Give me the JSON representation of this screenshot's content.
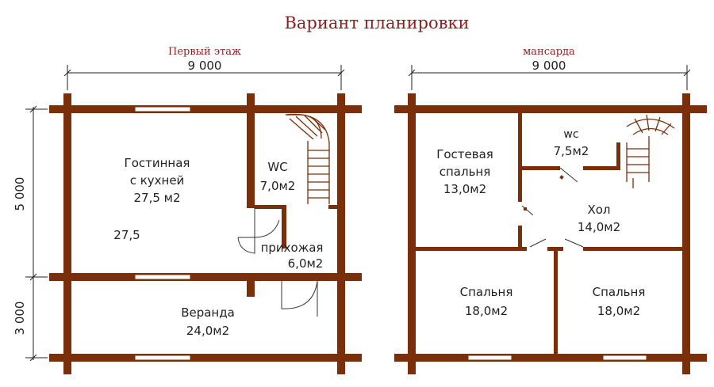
{
  "title": "Вариант планировки",
  "floor1": {
    "label": "Первый этаж",
    "width_dim": "9 000",
    "height_dim_top": "5 000",
    "height_dim_bottom": "3 000",
    "rooms": {
      "living_name_1": "Гостинная",
      "living_name_2": "с кухней",
      "living_area": "27,5 м2",
      "living_extra": "27,5",
      "wc_name": "WC",
      "wc_area": "7,0м2",
      "hall_name": "прихожая",
      "hall_area": "6,0м2",
      "veranda_name": "Веранда",
      "veranda_area": "24,0м2"
    }
  },
  "floor2": {
    "label": "мансарда",
    "width_dim": "9 000",
    "rooms": {
      "guest_name_1": "Гостевая",
      "guest_name_2": "спальня",
      "guest_area": "13,0м2",
      "wc_name": "wc",
      "wc_area": "7,5м2",
      "hall_name": "Хол",
      "hall_area": "14,0м2",
      "bed1_name": "Спальня",
      "bed1_area": "18,0м2",
      "bed2_name": "Спальня",
      "bed2_area": "18,0м2"
    }
  },
  "colors": {
    "wall": "#7a2e0a",
    "title": "#8b1f1f",
    "text": "#222222"
  }
}
